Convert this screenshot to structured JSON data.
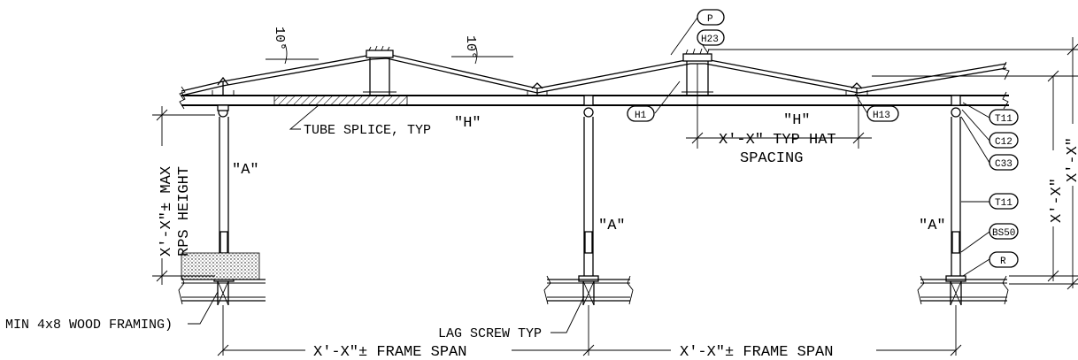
{
  "angles": {
    "left": "10°",
    "mid": "10°"
  },
  "tags": {
    "p": "P",
    "h23": "H23",
    "h1": "H1",
    "h13": "H13",
    "t11_top": "T11",
    "c12": "C12",
    "c33": "C33",
    "t11_col": "T11",
    "bs50": "BS50",
    "r": "R"
  },
  "labels": {
    "tube_splice": "TUBE SPLICE, TYP",
    "beam_left": "\"H\"",
    "beam_right": "\"H\"",
    "hat_spacing_1": "X'-X\" TYP HAT",
    "hat_spacing_2": "SPACING",
    "post_left": "\"A\"",
    "post_mid": "\"A\"",
    "post_right": "\"A\"",
    "max_height_1": "X'-X\"± MAX",
    "max_height_2": "RPS HEIGHT",
    "wood_framing": "MIN 4x8 WOOD FRAMING)",
    "lag_screw": "LAG SCREW TYP",
    "span_left": "X'-X\"± FRAME SPAN",
    "span_right": "X'-X\"± FRAME SPAN",
    "dim_right_1": "X'-X\"",
    "dim_right_2": "X'-X\""
  }
}
